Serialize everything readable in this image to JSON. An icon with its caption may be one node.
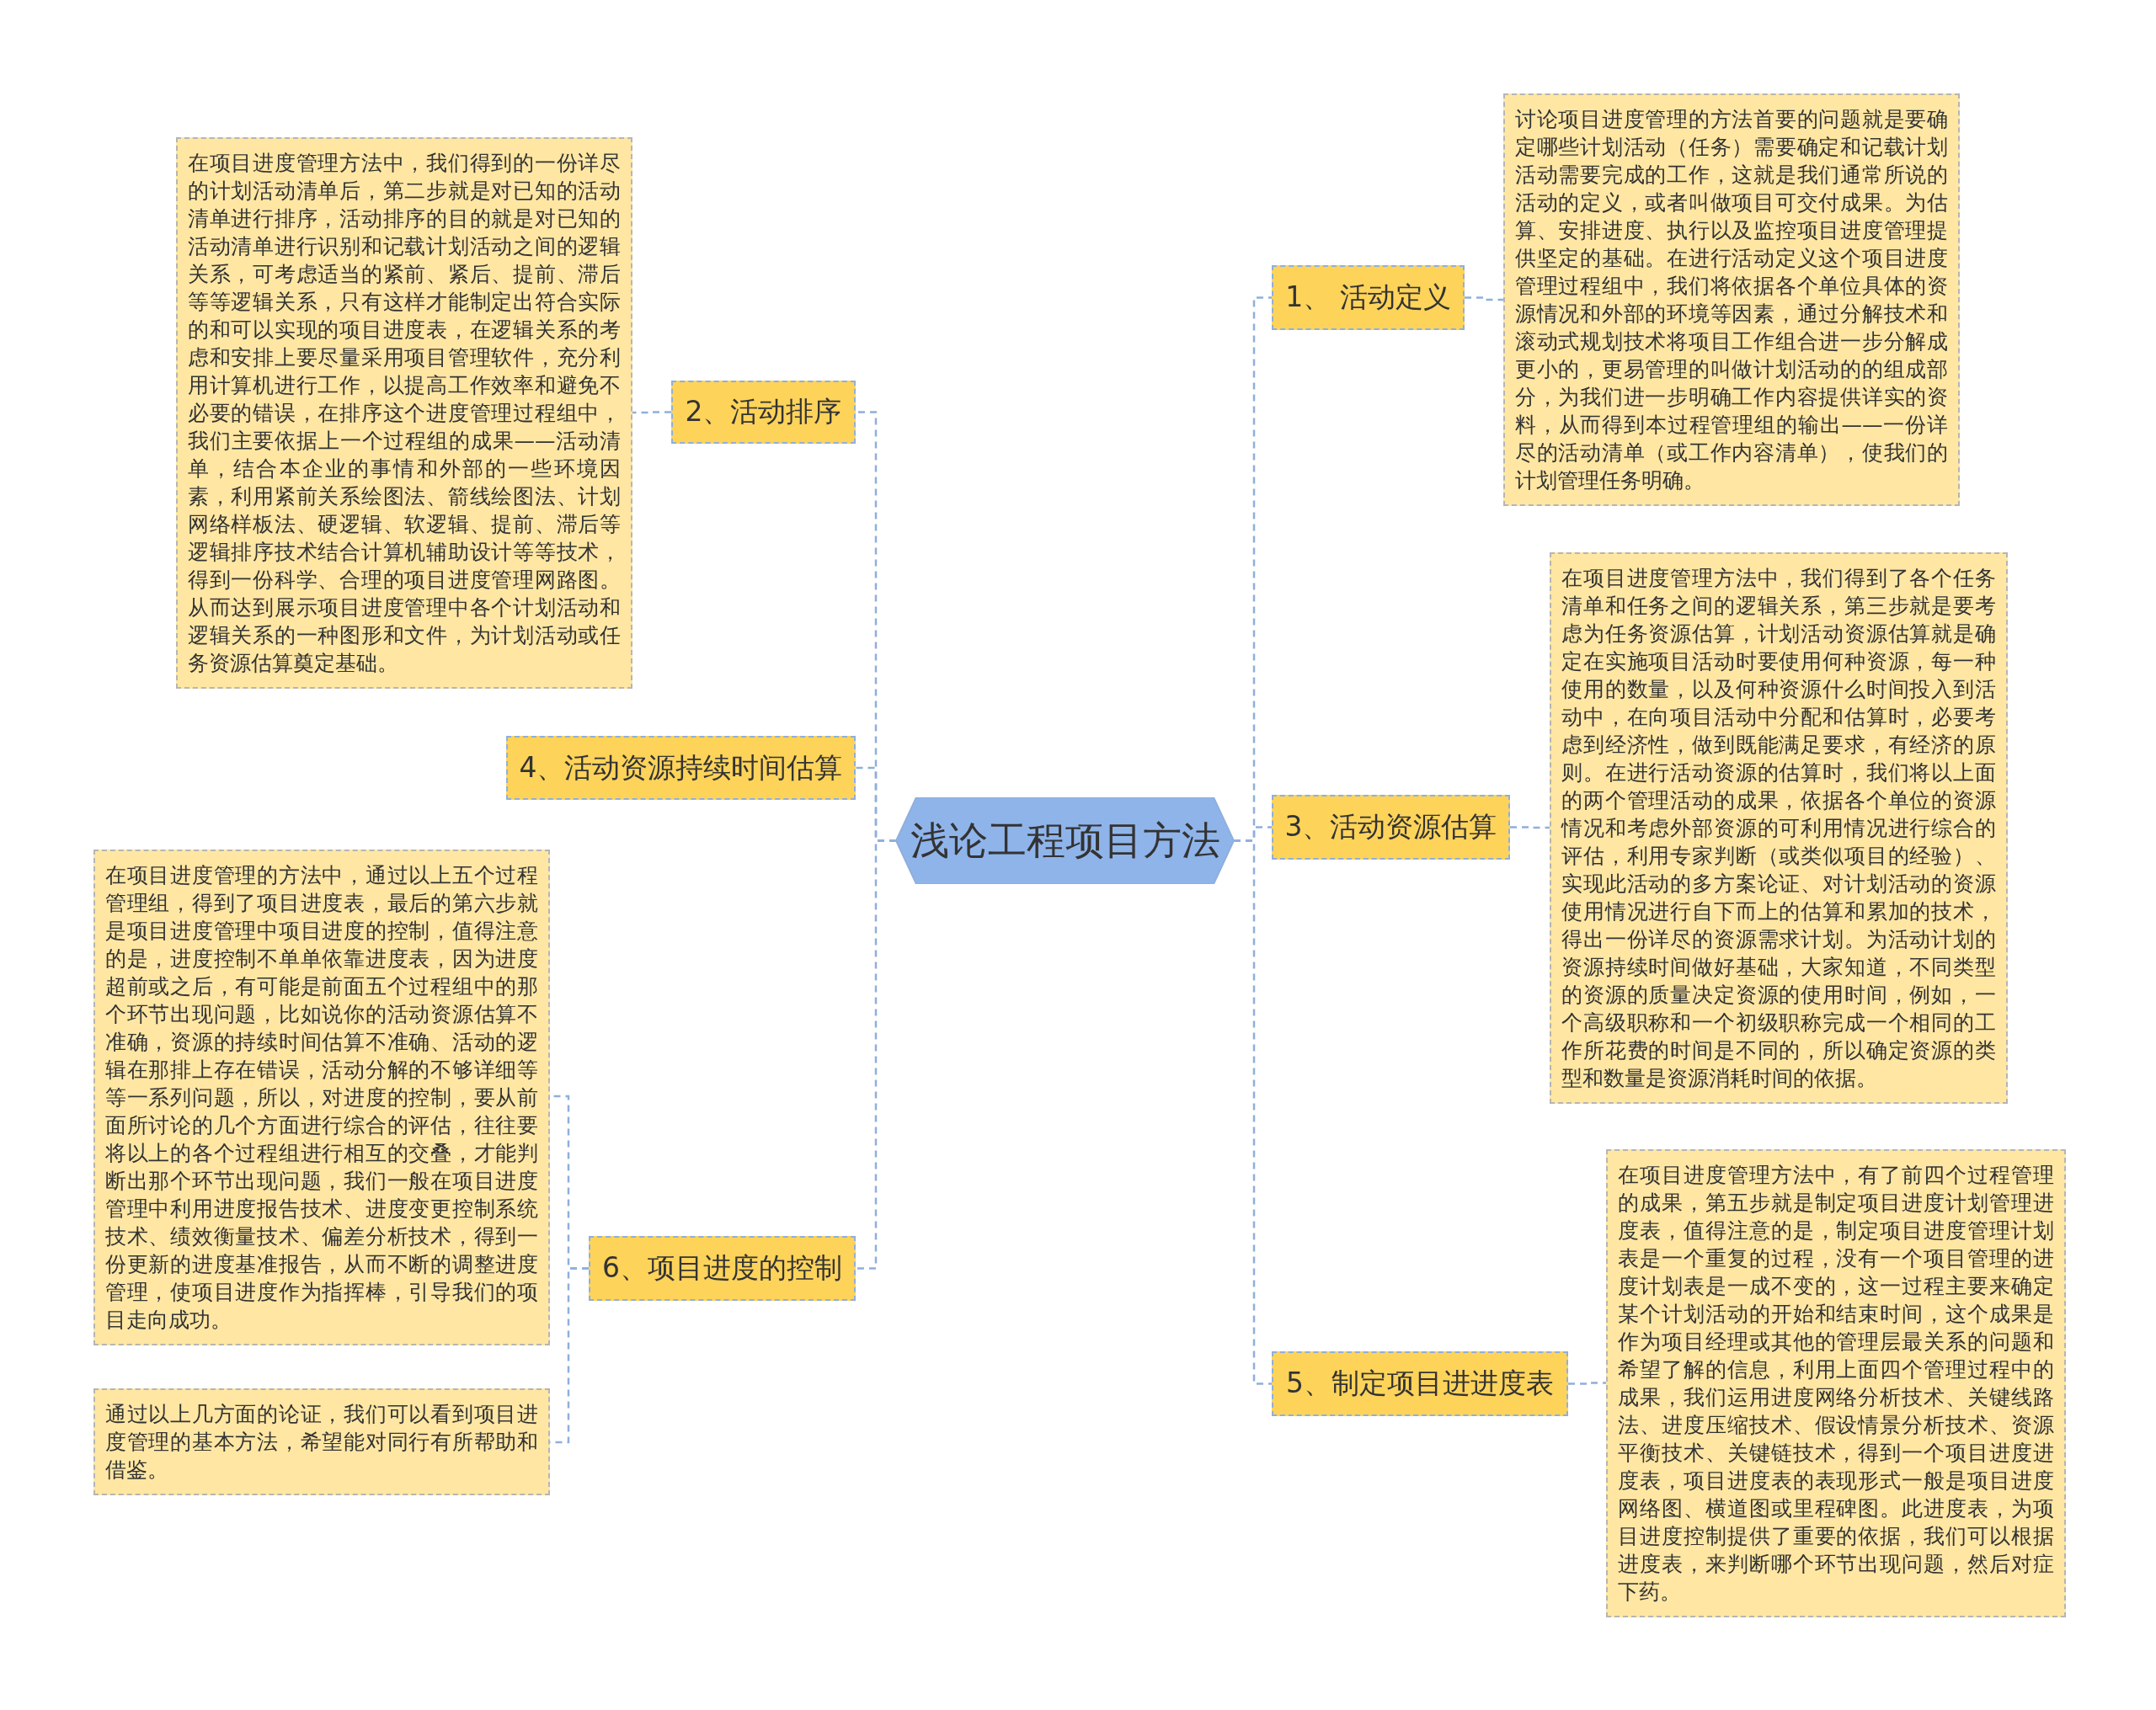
{
  "diagram": {
    "nodes": [
      {
        "text": [
          "浅论工程项目方法"
        ]
      },
      {
        "text": [
          "1、 活动定义"
        ]
      },
      {
        "text": [
          "讨论项目进度管理的方法首要的问题就是要确定哪些计划活动（任务）需要确定和记载计划活动需要完成的工作，这就是我们通常所说的活动的定义，或者叫做项目可交付成果。为估算、安排进度、执行以及监控项目进度管理提供坚定的基础。在进行活动定义这个项目进度管理过程组中，我们将依据各个单位具体的资源情况和外部的环境等因素，通过分解技术和滚动式规划技术将项目工作组合进一步分解成更小的，更易管理的叫做计划活动的的组成部分，为我们进一步明确工作内容提供详实的资料，从而得到本过程管理组的输出——一份详尽的活动清单（或工作内容清单），使我们的计划管理任务明确。"
        ]
      },
      {
        "text": [
          "2、活动排序"
        ]
      },
      {
        "text": [
          "在项目进度管理方法中，我们得到的一份详尽的计划活动清单后，第二步就是对已知的活动清单进行排序，活动排序的目的就是对已知的活动清单进行识别和记载计划活动之间的逻辑关系，可考虑适当的紧前、紧后、提前、滞后等等逻辑关系，只有这样才能制定出符合实际的和可以实现的项目进度表，在逻辑关系的考虑和安排上要尽量采用项目管理软件，充分利用计算机进行工作，以提高工作效率和避免不必要的错误，在排序这个进度管理过程组中，我们主要依据上一个过程组的成果——活动清单，结合本企业的事情和外部的一些环境因素，利用紧前关系绘图法、箭线绘图法、计划网络样板法、硬逻辑、软逻辑、提前、滞后等逻辑排序技术结合计算机辅助设计等等技术，得到一份科学、合理的项目进度管理网路图。从而达到展示项目进度管理中各个计划活动和逻辑关系的一种图形和文件，为计划活动或任务资源估算奠定基础。"
        ]
      },
      {
        "text": [
          "3、活动资源估算"
        ]
      },
      {
        "text": [
          "在项目进度管理方法中，我们得到了各个任务清单和任务之间的逻辑关系，第三步就是要考虑为任务资源估算，计划活动资源估算就是确定在实施项目活动时要使用何种资源，每一种使用的数量，以及何种资源什么时间投入到活动中，在向项目活动中分配和估算时，必要考虑到经济性，做到既能满足要求，有经济的原则。在进行活动资源的估算时，我们将以上面的两个管理活动的成果，依据各个单位的资源情况和考虑外部资源的可利用情况进行综合的评估，利用专家判断（或类似项目的经验）、实现此活动的多方案论证、对计划活动的资源使用情况进行自下而上的估算和累加的技术，得出一份详尽的资源需求计划。为活动计划的资源持续时间做好基础，大家知道，不同类型的资源的质量决定资源的使用时间，例如，一个高级职称和一个初级职称完成一个相同的工作所花费的时间是不同的，所以确定资源的类型和数量是资源消耗时间的依据。"
        ]
      },
      {
        "text": [
          "4、活动资源持续时间估算"
        ]
      },
      {
        "text": [
          "5、制定项目进进度表"
        ]
      },
      {
        "text": [
          "在项目进度管理方法中，有了前四个过程管理的成果，第五步就是制定项目进度计划管理进度表，值得注意的是，制定项目进度管理计划表是一个重复的过程，没有一个项目管理的进度计划表是一成不变的，这一过程主要来确定某个计划活动的开始和结束时间，这个成果是作为项目经理或其他的管理层最关系的问题和希望了解的信息，利用上面四个管理过程中的成果，我们运用进度网络分析技术、关键线路法、进度压缩技术、假设情景分析技术、资源平衡技术、关键链技术，得到一个项目进度进度表，项目进度表的表现形式一般是项目进度网络图、横道图或里程碑图。此进度表，为项目进度控制提供了重要的依据，我们可以根据进度表，来判断哪个环节出现问题，然后对症下药。"
        ]
      },
      {
        "text": [
          "6、项目进度的控制"
        ]
      },
      {
        "text": [
          "在项目进度管理的方法中，通过以上五个过程管理组，得到了项目进度表，最后的第六步就是项目进度管理中项目进度的控制，值得注意的是，进度控制不单单依靠进度表，因为进度超前或之后，有可能是前面五个过程组中的那个环节出现问题，比如说你的活动资源估算不准确，资源的持续时间估算不准确、活动的逻辑在那排上存在错误，活动分解的不够详细等等一系列问题，所以，对进度的控制，要从前面所讨论的几个方面进行综合的评估，往往要将以上的各个过程组进行相互的交叠，才能判断出那个环节出现问题，我们一般在项目进度管理中利用进度报告技术、进度变更控制系统技术、绩效衡量技术、偏差分析技术，得到一份更新的进度基准报告，从而不断的调整进度管理，使项目进度作为指挥棒，引导我们的项目走向成功。"
        ]
      },
      {
        "text": [
          "通过以上几方面的论证，我们可以看到项目进度管理的基本方法，希望能对同行有所帮助和借鉴。"
        ]
      }
    ],
    "edges": [
      {
        "from": 0,
        "to": 1,
        "arrow": "none"
      },
      {
        "from": 1,
        "to": 2,
        "arrow": "none"
      },
      {
        "from": 0,
        "to": 3,
        "arrow": "none"
      },
      {
        "from": 3,
        "to": 4,
        "arrow": "none"
      },
      {
        "from": 0,
        "to": 5,
        "arrow": "none"
      },
      {
        "from": 5,
        "to": 6,
        "arrow": "none"
      },
      {
        "from": 0,
        "to": 7,
        "arrow": "none"
      },
      {
        "from": 0,
        "to": 8,
        "arrow": "none"
      },
      {
        "from": 8,
        "to": 9,
        "arrow": "none"
      },
      {
        "from": 0,
        "to": 10,
        "arrow": "none"
      },
      {
        "from": 10,
        "to": 11,
        "arrow": "none"
      },
      {
        "from": 10,
        "to": 12,
        "arrow": "none"
      }
    ]
  }
}
